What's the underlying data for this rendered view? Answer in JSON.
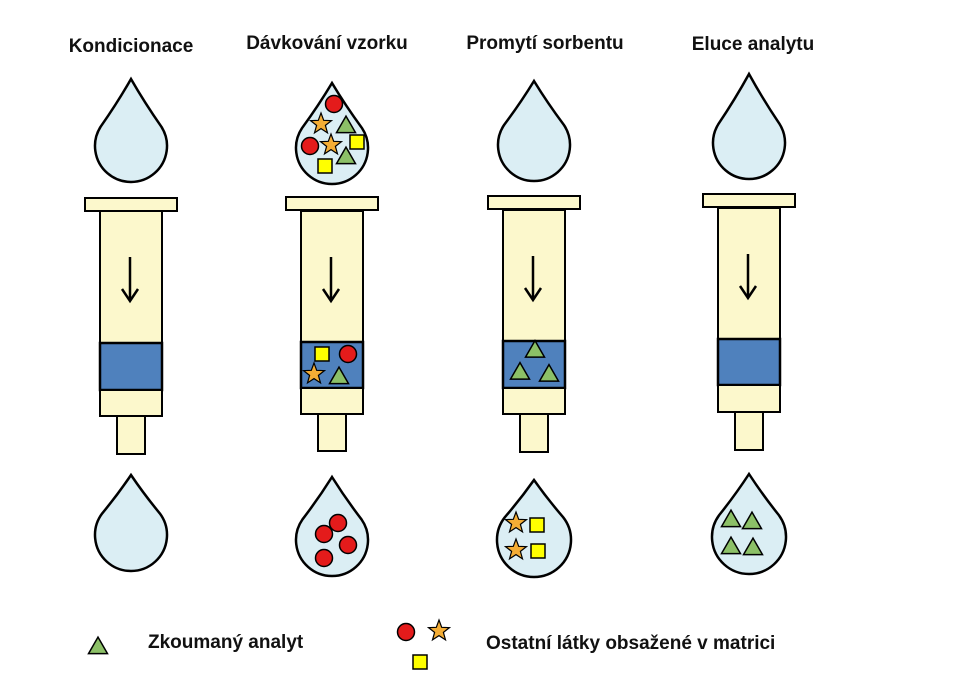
{
  "steps": [
    {
      "title": "Kondicionace",
      "top_drop": [],
      "sorbent": [],
      "bottom_drop": []
    },
    {
      "title": "Dávkování vzorku",
      "top_drop": [
        "circle",
        "star",
        "triangle",
        "circle",
        "star",
        "square",
        "triangle",
        "square"
      ],
      "sorbent": [
        "square",
        "circle",
        "star",
        "triangle"
      ],
      "bottom_drop": [
        "circle",
        "circle",
        "circle",
        "circle"
      ]
    },
    {
      "title": "Promytí sorbentu",
      "top_drop": [],
      "sorbent": [
        "triangle",
        "triangle",
        "triangle"
      ],
      "bottom_drop": [
        "star",
        "square",
        "star",
        "square"
      ]
    },
    {
      "title": "Eluce analytu",
      "top_drop": [],
      "sorbent": [],
      "bottom_drop": [
        "triangle",
        "triangle",
        "triangle",
        "triangle"
      ]
    }
  ],
  "legend": {
    "analyte_label": "Zkoumaný analyt",
    "others_label": "Ostatní látky obsažené v matrici"
  },
  "colors": {
    "drop_fill": "#dbeef4",
    "syringe_fill": "#fcf8cc",
    "sorbent_fill": "#4f81bd",
    "triangle": "#8cc067",
    "circle": "#e41b1b",
    "star": "#f4ad35",
    "square": "#ffff00",
    "outline": "#000000"
  }
}
